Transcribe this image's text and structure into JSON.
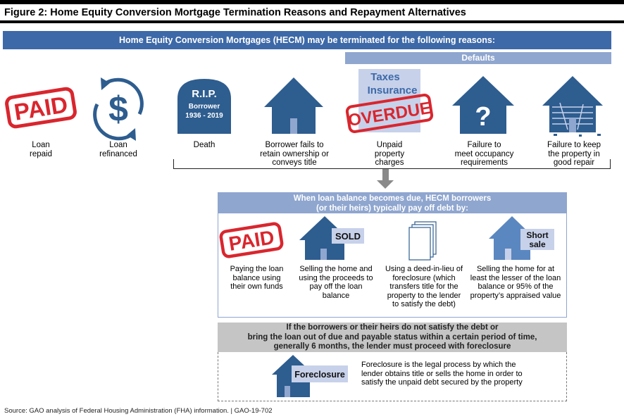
{
  "figure_title": "Figure 2: Home Equity Conversion Mortgage Termination Reasons and Repayment Alternatives",
  "banner": "Home Equity Conversion Mortgages (HECM) may be terminated for the following reasons:",
  "defaults_label": "Defaults",
  "icons": {
    "paid_stamp": "PAID",
    "rip_title": "R.I.P.",
    "rip_line1": "Borrower",
    "rip_line2": "1936 - 2019",
    "taxes": "Taxes",
    "insurance": "Insurance",
    "overdue": "OVERDUE",
    "question": "?",
    "sold": "SOLD",
    "short_sale_1": "Short",
    "short_sale_2": "sale",
    "foreclosure": "Foreclosure"
  },
  "reasons": [
    {
      "l1": "Loan",
      "l2": "repaid",
      "l3": ""
    },
    {
      "l1": "Loan",
      "l2": "refinanced",
      "l3": ""
    },
    {
      "l1": "Death",
      "l2": "",
      "l3": ""
    },
    {
      "l1": "Borrower fails to",
      "l2": "retain ownership or",
      "l3": "conveys title"
    },
    {
      "l1": "Unpaid",
      "l2": "property",
      "l3": "charges"
    },
    {
      "l1": "Failure to",
      "l2": "meet occupancy",
      "l3": "requirements"
    },
    {
      "l1": "Failure to keep",
      "l2": "the property in",
      "l3": "good repair"
    }
  ],
  "repay_heading_1": "When loan balance becomes due, HECM borrowers",
  "repay_heading_2": "(or their heirs) typically pay off debt by:",
  "repay_options": [
    [
      "Paying the loan",
      "balance using",
      "their own funds",
      "",
      ""
    ],
    [
      "Selling the home and",
      "using the proceeds to",
      "pay off the loan",
      "balance",
      ""
    ],
    [
      "Using a deed-in-lieu of",
      "foreclosure (which",
      "transfers title for the",
      "property to the lender",
      "to satisfy the debt)"
    ],
    [
      "Selling the home for at",
      "least the lesser of the loan",
      "balance or 95% of the",
      "property’s appraised value",
      ""
    ]
  ],
  "warning_1": "If the borrowers or their heirs do not satisfy the debt or",
  "warning_2": "bring the loan out of due and payable status within a certain period of time,",
  "warning_3": "generally 6 months, the lender must proceed with foreclosure",
  "foreclosure_text_1": "Foreclosure is the legal process by which the",
  "foreclosure_text_2": "lender obtains title or sells the home in order to",
  "foreclosure_text_3": "satisfy the unpaid debt secured by the property",
  "source": "Source: GAO analysis of Federal Housing Administration (FHA) information.  |  GAO-19-702",
  "colors": {
    "blue": "#3d69a8",
    "dark_blue": "#2e5d8f",
    "light_blue": "#8fa6cf",
    "red": "#d9262e",
    "gray": "#c5c5c5"
  }
}
